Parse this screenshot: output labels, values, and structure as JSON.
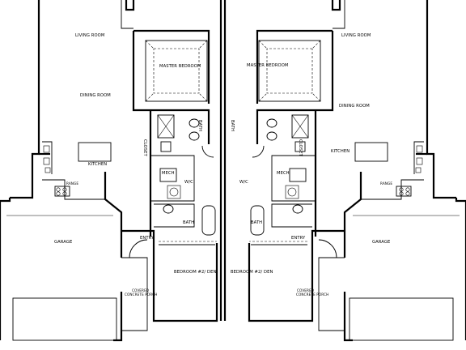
{
  "labels": {
    "living_left": "LIVING ROOM",
    "dining_left": "DINING ROOM",
    "kitchen_left": "KITCHEN",
    "master_left": "MASTER BEDROOM",
    "bath_vert_left": "BATH",
    "closet_left": "CLOSET",
    "wic_left": "W/C",
    "mech_left": "MECH",
    "bath_left": "BATH",
    "garage_left": "GARAGE",
    "entry_left": "ENTRY",
    "bedroom2_left": "BEDROOM #2/ DEN",
    "porch_left_1": "COVERED",
    "porch_left_2": "CONCRETE PORCH",
    "range_left": "RANGE",
    "living_right": "LIVING ROOM",
    "dining_right": "DINING ROOM",
    "kitchen_right": "KITCHEN",
    "master_right": "MASTER BEDROOM",
    "bath_vert_right": "BATH",
    "closet_right": "CLOSET",
    "wic_right": "W/C",
    "mech_right": "MECH",
    "bath_right": "BATH",
    "garage_right": "GARAGE",
    "entry_right": "ENTRY",
    "bedroom2_right": "BEDROOM #2/ DEN",
    "porch_right_1": "COVERED",
    "porch_right_2": "CONCRETE PORCH",
    "range_right": "RANGE"
  }
}
